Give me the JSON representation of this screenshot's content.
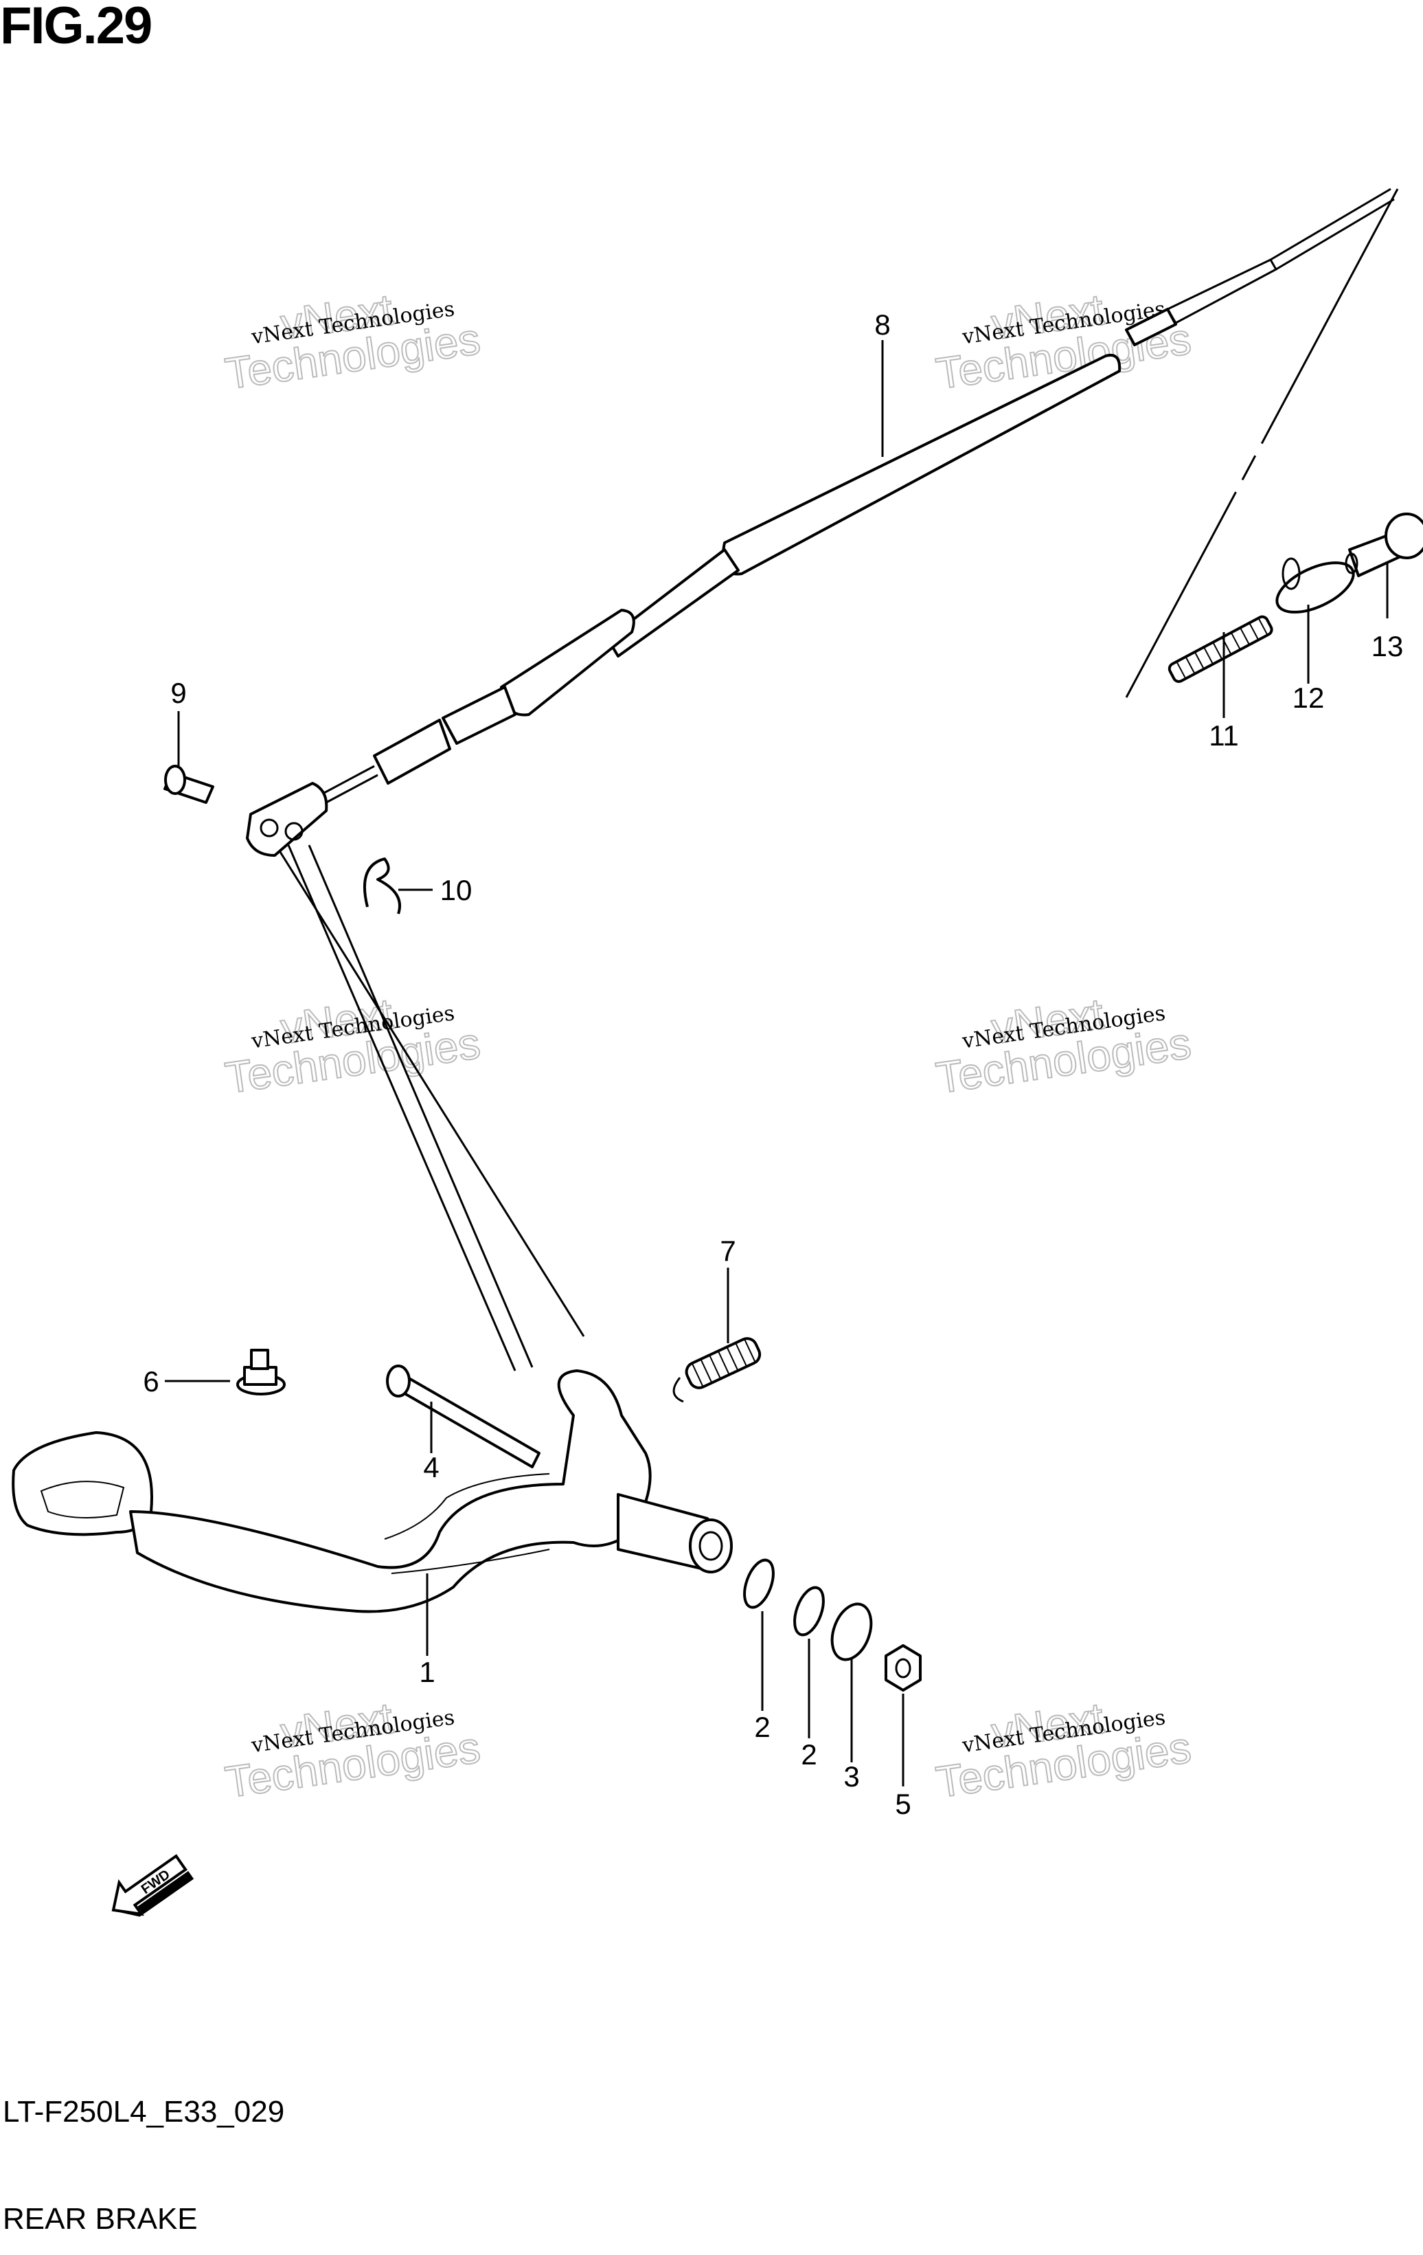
{
  "figure": {
    "title": "FIG.29",
    "code": "LT-F250L4_E33_029",
    "caption": "REAR BRAKE"
  },
  "callouts": [
    "1",
    "2",
    "2",
    "3",
    "4",
    "5",
    "6",
    "7",
    "8",
    "9",
    "10",
    "11",
    "12",
    "13"
  ],
  "watermark": {
    "line1": "vNext Technologies",
    "line2": "vNext",
    "line3": "Technologies"
  },
  "fwd_label": "FWD"
}
